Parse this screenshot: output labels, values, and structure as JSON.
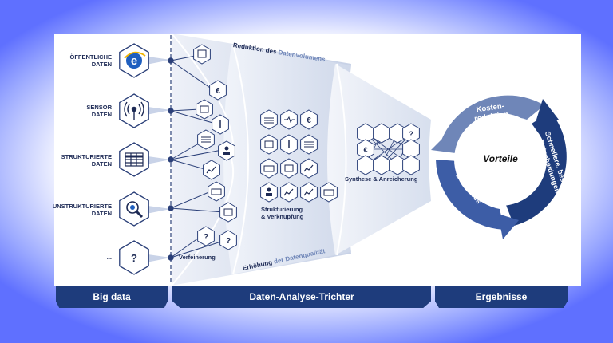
{
  "sources": [
    {
      "label_line1": "ÖFFENTLICHE",
      "label_line2": "DATEN",
      "icon": "globe-e-icon"
    },
    {
      "label_line1": "SENSOR",
      "label_line2": "DATEN",
      "icon": "sensor-icon"
    },
    {
      "label_line1": "STRUKTURIERTE",
      "label_line2": "DATEN",
      "icon": "table-icon"
    },
    {
      "label_line1": "UNSTRUKTURIERTE",
      "label_line2": "DATEN",
      "icon": "magnifier-icon"
    },
    {
      "label_line1": "...",
      "label_line2": "",
      "icon": "question-icon"
    }
  ],
  "funnel": {
    "top_label_dark": "Reduktion des",
    "top_label_light": "Datenvolumens",
    "bottom_label_dark": "Erhöhung",
    "bottom_label_light": "der Datenqualität",
    "stage1_label": "Verfeinerung",
    "stage2_label_line1": "Strukturierung",
    "stage2_label_line2": "& Verknüpfung",
    "stage3_label": "Synthese & Anreicherung"
  },
  "results": {
    "center": "Vorteile",
    "segment_top_line1": "Kosten-",
    "segment_top_line2": "reduktion",
    "segment_right_line1": "Schnellere, bessere",
    "segment_right_line2": "Entscheidungen",
    "segment_left_line1": "Neue Produkte",
    "segment_left_line2": "& Services"
  },
  "bars": {
    "big_data": "Big data",
    "funnel": "Daten-Analyse-Trichter",
    "results": "Ergebnisse"
  },
  "colors": {
    "dark_blue": "#1e3c7c",
    "mid_blue": "#3d5da6",
    "light_blue": "#6f86b8",
    "funnel_light": "#e3e8f2"
  },
  "icon_glyphs": {
    "euro": "€",
    "question": "?"
  }
}
